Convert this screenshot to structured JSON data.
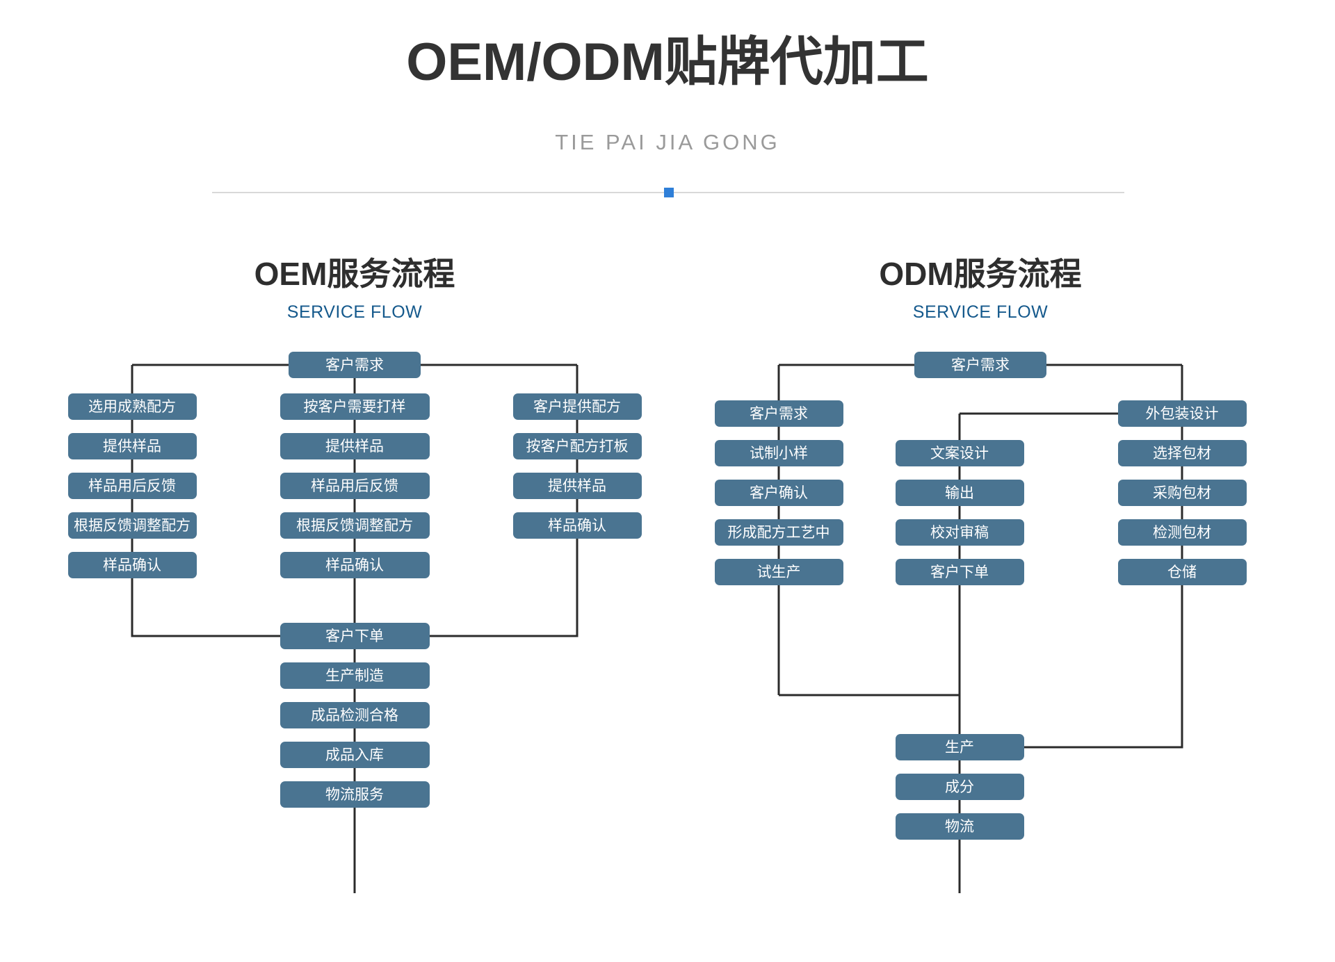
{
  "header": {
    "title": "OEM/ODM贴牌代加工",
    "subtitle": "TIE PAI JIA GONG",
    "accent_color": "#2f7fd8",
    "divider_color": "#d8d8d8"
  },
  "theme": {
    "node_fill": "#4a7491",
    "node_text": "#ffffff",
    "connector": "#2b2b2b",
    "subtitle_blue": "#15598c",
    "title_gray": "#333333"
  },
  "oem": {
    "title": "OEM服务流程",
    "subtitle": "SERVICE FLOW",
    "root": "客户需求",
    "columns": [
      {
        "name": "column-mature-formula",
        "nodes": [
          "选用成熟配方",
          "提供样品",
          "样品用后反馈",
          "根据反馈调整配方",
          "样品确认"
        ]
      },
      {
        "name": "column-custom-sample",
        "nodes": [
          "按客户需要打样",
          "提供样品",
          "样品用后反馈",
          "根据反馈调整配方",
          "样品确认"
        ]
      },
      {
        "name": "column-client-formula",
        "nodes": [
          "客户提供配方",
          "按客户配方打板",
          "提供样品",
          "样品确认"
        ]
      }
    ],
    "tail": [
      "客户下单",
      "生产制造",
      "成品检测合格",
      "成品入库",
      "物流服务"
    ]
  },
  "odm": {
    "title": "ODM服务流程",
    "subtitle": "SERVICE FLOW",
    "root": "客户需求",
    "sub_root": "外包装设计",
    "columns": [
      {
        "name": "column-formula-dev",
        "nodes": [
          "客户需求",
          "试制小样",
          "客户确认",
          "形成配方工艺中",
          "试生产"
        ]
      },
      {
        "name": "column-copy-design",
        "nodes": [
          "文案设计",
          "输出",
          "校对审稿",
          "客户下单"
        ]
      },
      {
        "name": "column-packaging",
        "nodes": [
          "选择包材",
          "采购包材",
          "检测包材",
          "仓储"
        ]
      }
    ],
    "tail": [
      "生产",
      "成分",
      "物流"
    ]
  }
}
